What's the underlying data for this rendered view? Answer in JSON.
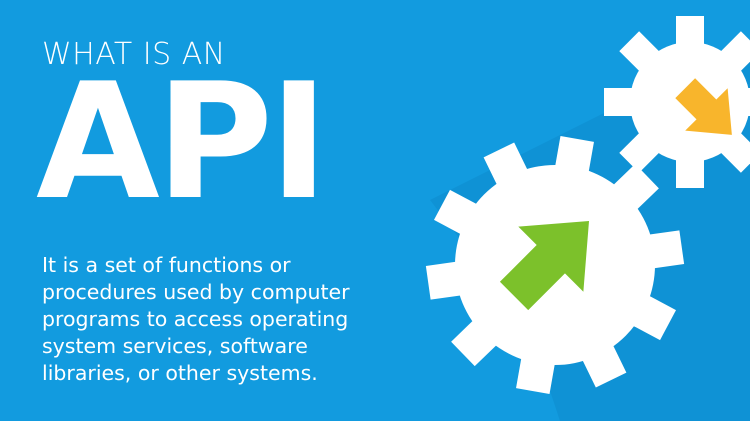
{
  "kicker": "WHAT IS AN",
  "headline": "API",
  "description": "It is a set of functions or procedures used by computer programs to access operating system services, software libraries, or other systems.",
  "colors": {
    "background": "#129bdf",
    "gear": "#ffffff",
    "shadow": "#0e8ed0",
    "arrow_green": "#7cc12b",
    "arrow_orange": "#f8b52c"
  },
  "icons": [
    "gear-icon",
    "arrow-up-right-icon",
    "arrow-down-left-icon"
  ]
}
